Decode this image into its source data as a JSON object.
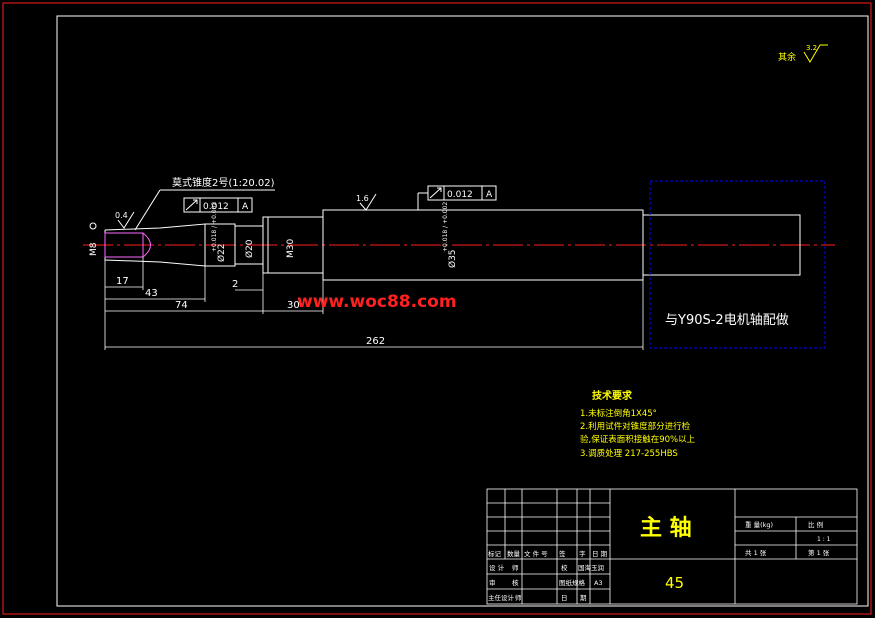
{
  "roughness": {
    "label": "其余",
    "value": "3.2"
  },
  "part": {
    "taper_note": "莫式锥度2号(1:20.02)",
    "tolerance_left": {
      "value": "0.012",
      "datum": "A"
    },
    "tolerance_right": {
      "value": "0.012",
      "datum": "A"
    },
    "roughness_left": "0.4",
    "roughness_mid": "1.6",
    "dia_labels": {
      "m8": "M8",
      "d22": "Ø22",
      "d22_tol": "+0.018 / +0.002",
      "d20": "Ø20",
      "m30": "M30",
      "d35": "Ø35",
      "d35_tol": "+0.018 / +0.002"
    },
    "dims": {
      "d17": "17",
      "d43": "43",
      "d74": "74",
      "d2": "2",
      "d30": "30",
      "d262": "262"
    },
    "motor_note": "与Y90S-2电机轴配做",
    "watermark": "www.woc88.com"
  },
  "tech_req": {
    "title": "技术要求",
    "items": [
      "1.未标注倒角1X45°",
      "2.利用试件对锥度部分进行检",
      "验,保证表面积接触在90%以上",
      "3.调质处理 217-255HBS"
    ]
  },
  "title_block": {
    "part_name": "主 轴",
    "material": "45",
    "weight_label": "重 量(kg)",
    "scale_label": "比 例",
    "scale": "1 : 1",
    "sheets_total": "共 1 张",
    "sheet_no": "第 1 张",
    "rev_headers": [
      "标记",
      "数量",
      "文 件 号",
      "签",
      "字",
      "日 期"
    ],
    "rows": [
      {
        "role": "设 计",
        "sign_label": "师",
        "approve": "校",
        "name": "国海玉润"
      },
      {
        "role": "审",
        "sign_label": "核",
        "approve": "图纸规格",
        "name": "A3"
      },
      {
        "role": "主任设计",
        "sign_label": "师",
        "approve": "日",
        "name": "期"
      }
    ]
  },
  "colors": {
    "background": "#000000",
    "border": "#ffffff",
    "part": "#ffffff",
    "center_line": "#ff2020",
    "dimension": "#ffffff",
    "annotation": "#ffff00",
    "motor_box": "#0000ff",
    "watermark": "#ff2020",
    "thread": "#ff66ff"
  }
}
